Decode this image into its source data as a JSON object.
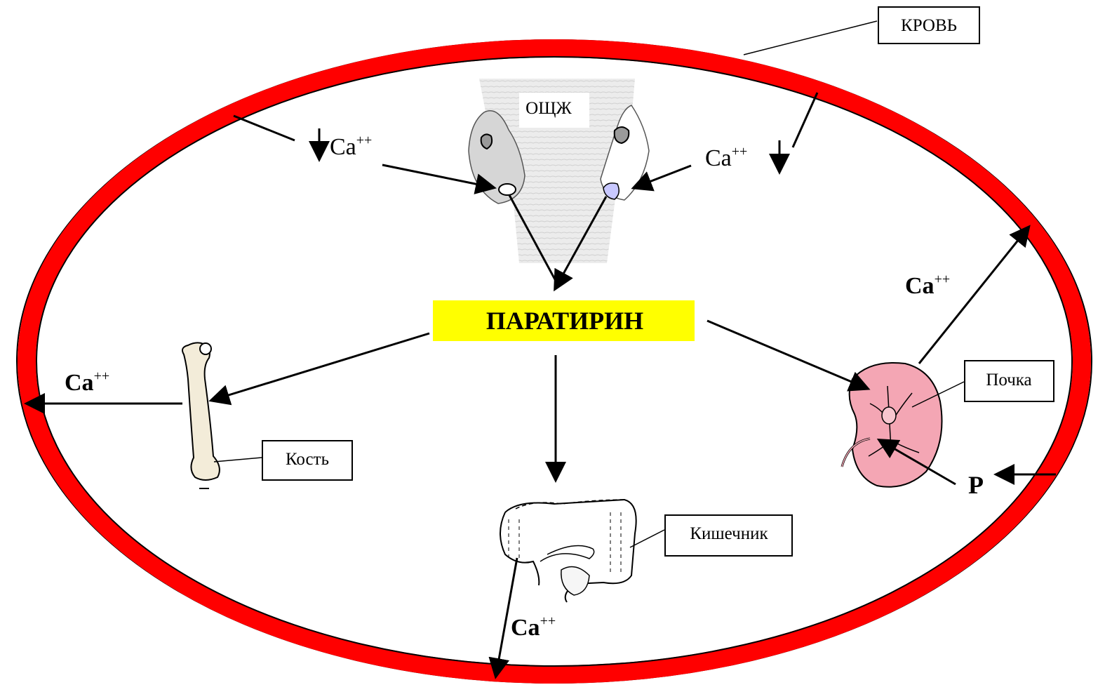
{
  "labels": {
    "blood": "КРОВЬ",
    "parathyroid": "ОЩЖ",
    "hormone": "ПАРАТИРИН",
    "bone": "Кость",
    "kidney": "Почка",
    "intestine": "Кишечник",
    "phosphate": "P"
  },
  "ions": {
    "ca": "Ca",
    "charge": "++"
  },
  "colors": {
    "blood_ring": "#ff0000",
    "hormone_box": "#ffff00",
    "kidney": "#f4a6b4",
    "gland": "#dcdcdc",
    "gland_node": "#c8c8ff"
  }
}
